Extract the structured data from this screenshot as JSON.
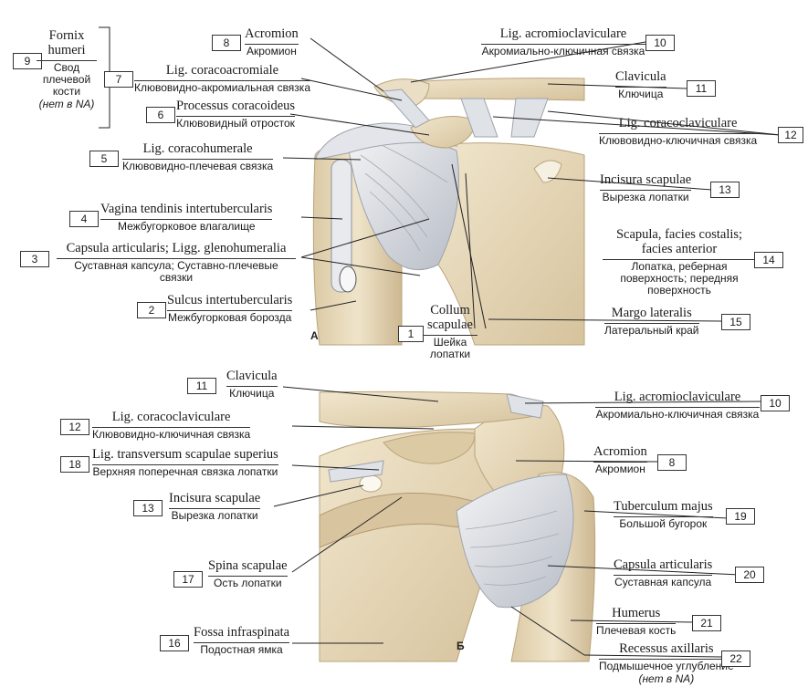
{
  "panels": {
    "a": "А",
    "b": "Б"
  },
  "labels": [
    {
      "id": "fornix",
      "num": "9",
      "lat": "Fornix humeri",
      "ru": "Свод плечевой кости",
      "note": "(нет в NA)"
    },
    {
      "id": "acromion-a",
      "num": "8",
      "lat": "Acromion",
      "ru": "Акромион"
    },
    {
      "id": "lig-acromioclav-a",
      "num": "10",
      "lat": "Lig. acromioclaviculare",
      "ru": "Акромиально-ключичная связка"
    },
    {
      "id": "lig-coracoacrom",
      "num": "7",
      "lat": "Lig. coracoacromiale",
      "ru": "Клювовидно-акромиальная связка"
    },
    {
      "id": "clavicula-a",
      "num": "11",
      "lat": "Clavicula",
      "ru": "Ключица"
    },
    {
      "id": "proc-coracoideus",
      "num": "6",
      "lat": "Processus coracoideus",
      "ru": "Клювовидный отросток"
    },
    {
      "id": "lig-coracoclav-a",
      "num": "12",
      "lat": "Lig. coracoclaviculare",
      "ru": "Клювовидно-ключичная связка"
    },
    {
      "id": "lig-coracohum",
      "num": "5",
      "lat": "Lig. coracohumerale",
      "ru": "Клювовидно-плечевая связка"
    },
    {
      "id": "incisura-a",
      "num": "13",
      "lat": "Incisura scapulae",
      "ru": "Вырезка лопатки"
    },
    {
      "id": "vagina",
      "num": "4",
      "lat": "Vagina tendinis intertubercularis",
      "ru": "Межбугорковое влагалище"
    },
    {
      "id": "scapula-facies",
      "num": "14",
      "lat": "Scapula, facies costalis; facies anterior",
      "ru": "Лопатка, реберная поверхность; передняя поверхность"
    },
    {
      "id": "capsula-a",
      "num": "3",
      "lat": "Capsula articularis; Ligg. glenohumeralia",
      "ru": "Суставная капсула; Суставно-плечевые связки"
    },
    {
      "id": "sulcus",
      "num": "2",
      "lat": "Sulcus intertubercularis",
      "ru": "Межбугорковая борозда"
    },
    {
      "id": "collum",
      "num": "1",
      "lat": "Collum scapulae",
      "ru": "Шейка лопатки"
    },
    {
      "id": "margo",
      "num": "15",
      "lat": "Margo lateralis",
      "ru": "Латеральный край"
    },
    {
      "id": "clavicula-b",
      "num": "11",
      "lat": "Clavicula",
      "ru": "Ключица"
    },
    {
      "id": "lig-acromioclav-b",
      "num": "10",
      "lat": "Lig. acromioclaviculare",
      "ru": "Акромиально-ключичная связка"
    },
    {
      "id": "lig-coracoclav-b",
      "num": "12",
      "lat": "Lig. coracoclaviculare",
      "ru": "Клювовидно-ключичная связка"
    },
    {
      "id": "lig-transversum",
      "num": "18",
      "lat": "Lig. transversum scapulae superius",
      "ru": "Верхняя поперечная связка лопатки"
    },
    {
      "id": "acromion-b",
      "num": "8",
      "lat": "Acromion",
      "ru": "Акромион"
    },
    {
      "id": "incisura-b",
      "num": "13",
      "lat": "Incisura scapulae",
      "ru": "Вырезка лопатки"
    },
    {
      "id": "tuberculum",
      "num": "19",
      "lat": "Tuberculum majus",
      "ru": "Большой бугорок"
    },
    {
      "id": "spina",
      "num": "17",
      "lat": "Spina scapulae",
      "ru": "Ость лопатки"
    },
    {
      "id": "capsula-b",
      "num": "20",
      "lat": "Capsula articularis",
      "ru": "Суставная капсула"
    },
    {
      "id": "humerus",
      "num": "21",
      "lat": "Humerus",
      "ru": "Плечевая кость"
    },
    {
      "id": "fossa",
      "num": "16",
      "lat": "Fossa infraspinata",
      "ru": "Подостная ямка"
    },
    {
      "id": "recessus",
      "num": "22",
      "lat": "Recessus axillaris",
      "ru": "Подмышечное углубление",
      "note": "(нет в NA)"
    }
  ],
  "colors": {
    "bone": "#e9dcc0",
    "bone_shade": "#c9b48f",
    "ligament": "#e6e8ec",
    "ligament_shade": "#a9aeb8",
    "line": "#222222"
  }
}
